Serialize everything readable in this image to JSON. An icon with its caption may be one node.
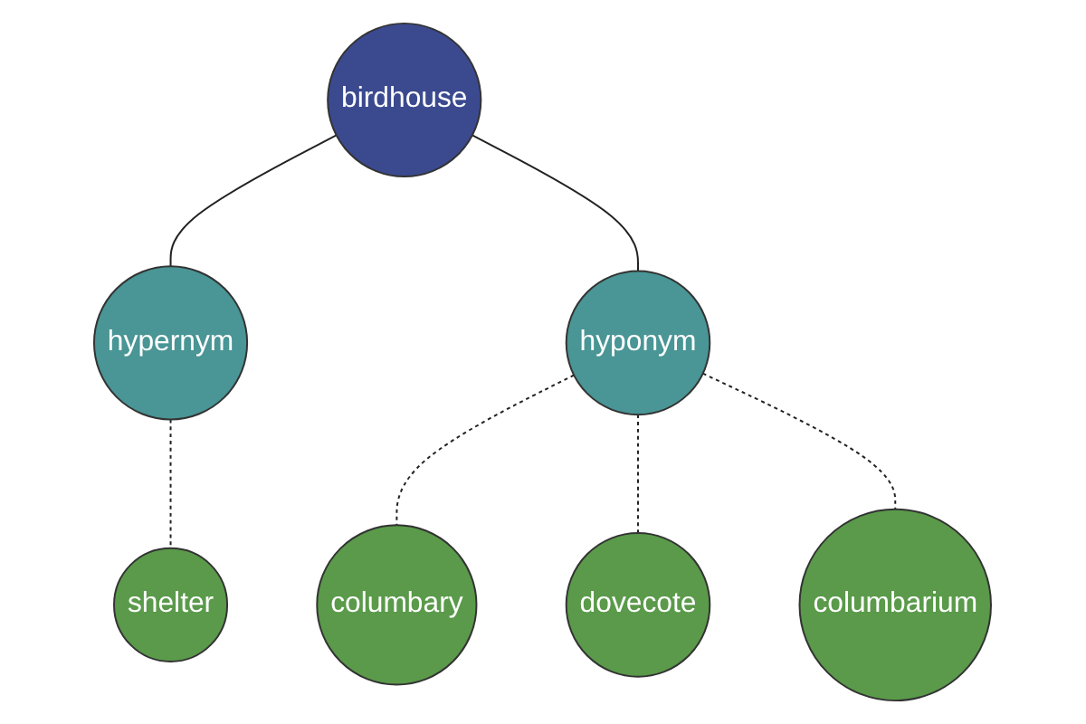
{
  "diagram": {
    "nodes": [
      {
        "text": [
          "birdhouse"
        ]
      },
      {
        "text": [
          "hypernym"
        ]
      },
      {
        "text": [
          "shelter"
        ]
      },
      {
        "text": [
          "hyponym"
        ]
      },
      {
        "text": [
          "columbary"
        ]
      },
      {
        "text": [
          "dovecote"
        ]
      },
      {
        "text": [
          "columbarium"
        ]
      }
    ],
    "edges": [
      {
        "from": 0,
        "to": 1,
        "arrow": "none"
      },
      {
        "from": 1,
        "to": 2,
        "arrow": "none",
        "style": "dashed"
      },
      {
        "from": 0,
        "to": 3,
        "arrow": "none"
      },
      {
        "from": 3,
        "to": 4,
        "arrow": "none",
        "style": "dashed"
      },
      {
        "from": 3,
        "to": 5,
        "arrow": "none",
        "style": "dashed"
      },
      {
        "from": 3,
        "to": 6,
        "arrow": "none",
        "style": "dashed"
      }
    ]
  }
}
